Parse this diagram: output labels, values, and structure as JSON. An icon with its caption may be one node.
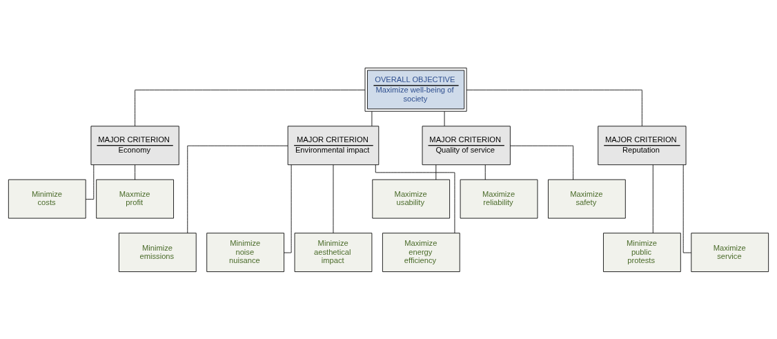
{
  "diagram": {
    "nodes": [
      {
        "text": [
          "OVERALL OBJECTIVE",
          "Maximize well-being of society"
        ]
      },
      {
        "text": [
          "MAJOR CRITERION",
          "Economy"
        ]
      },
      {
        "text": [
          "MAJOR CRITERION",
          "Environmental impact"
        ]
      },
      {
        "text": [
          "MAJOR CRITERION",
          "Quality of service"
        ]
      },
      {
        "text": [
          "MAJOR CRITERION",
          "Reputation"
        ]
      },
      {
        "text": [
          "Minimize costs"
        ]
      },
      {
        "text": [
          "Maxmize profit"
        ]
      },
      {
        "text": [
          "Maximize usability"
        ]
      },
      {
        "text": [
          "Maximize reliability"
        ]
      },
      {
        "text": [
          "Maximize safety"
        ]
      },
      {
        "text": [
          "Minimize emissions"
        ]
      },
      {
        "text": [
          "Minimize noise nuisance"
        ]
      },
      {
        "text": [
          "Minimize aesthetical impact"
        ]
      },
      {
        "text": [
          "Maximize energy efficiency"
        ]
      },
      {
        "text": [
          "Minimize public protests"
        ]
      },
      {
        "text": [
          "Maximize service"
        ]
      }
    ],
    "edges": [
      {
        "from": 0,
        "to": 1,
        "arrow": "none"
      },
      {
        "from": 0,
        "to": 2,
        "arrow": "none"
      },
      {
        "from": 0,
        "to": 3,
        "arrow": "none"
      },
      {
        "from": 0,
        "to": 4,
        "arrow": "none"
      },
      {
        "from": 1,
        "to": 5,
        "arrow": "none"
      },
      {
        "from": 1,
        "to": 6,
        "arrow": "none"
      },
      {
        "from": 3,
        "to": 7,
        "arrow": "none"
      },
      {
        "from": 3,
        "to": 8,
        "arrow": "none"
      },
      {
        "from": 3,
        "to": 9,
        "arrow": "none"
      },
      {
        "from": 2,
        "to": 10,
        "arrow": "none"
      },
      {
        "from": 2,
        "to": 11,
        "arrow": "none"
      },
      {
        "from": 2,
        "to": 12,
        "arrow": "none"
      },
      {
        "from": 2,
        "to": 13,
        "arrow": "none"
      },
      {
        "from": 4,
        "to": 14,
        "arrow": "none"
      },
      {
        "from": 4,
        "to": 15,
        "arrow": "none"
      }
    ]
  }
}
